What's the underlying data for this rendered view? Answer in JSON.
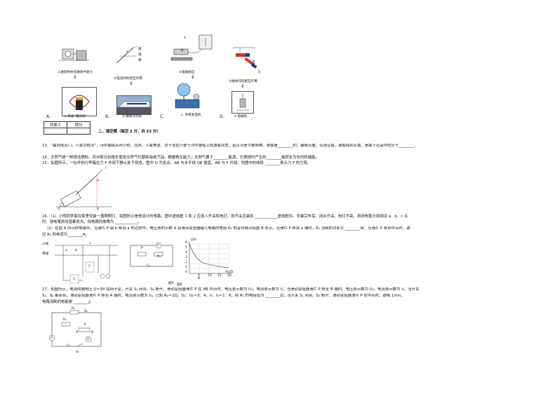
{
  "figures": {
    "fig1_caption": "①通电导体在磁场中受力",
    "fig2_caption": "②电流间的相互作用",
    "fig3_caption": "③电磁感应",
    "fig4_caption": "④磁体间的相互作用",
    "fig4_label_n": "N",
    "fig4_label_s": "S",
    "fig2_label_1": "玻",
    "fig2_label_2": "璃",
    "fig2_label_3": "棒",
    "fig3_label_n": "N",
    "fig3_label_s": "S"
  },
  "options": [
    {
      "letter": "A.",
      "caption": "a 简易“电动机”"
    },
    {
      "letter": "B.",
      "caption": "b 磁悬浮列车"
    },
    {
      "letter": "C.",
      "caption": "c. 手摇发电机"
    },
    {
      "letter": "D.",
      "caption": "d 电磁铁"
    }
  ],
  "score_table": {
    "col1": "评卷人",
    "col2": "得分"
  },
  "section_title": "二、填空题（每空 2 分，共 22 分）",
  "questions": {
    "q13": "13．“暮到陆苏门，人家尽枕河”，诗中描绘苏州小桥、流水、人家美景，对于坐在行驶于河中游船上的游客而言，若以河岸为参照物，游客是________的；春情天暖，鸟语花香，游客闻到花香，是由于花朵中的分子________。",
    "q14": "14．天然气是一种清洁燃料，苏州部分出租车使用天然气代替柴油或汽油，根据再生能力，天然气属于________能源，它燃烧时产生的________能转化为车的机械能。",
    "q15": "15．如图所示，一拉杆的行李箱在力 F 作用下静止处于状态，图中 O 为支点，AB 与水平线 OB 垂直，AB 与 F 共线，则图中的线段 ________表示力 F 的力臂。",
    "q16_1": "16．（1）小明同学家在家里安装一盏照明灯，如图所示是他设计的电路，图中虚线框 1 和 2 应连入开关和电灯，则开关应装在 ____________虚线框中。安装完毕后，闭合开关，电灯不亮，用测电笔分别测试 a、b、c 点",
    "q16_1b": "时，测电笔的氖管都发光，则电路的故障为 ____________。",
    "q16_2": "（2）在图 A 所示的电路中，当滑片 P 由 b 移到 a 的过程中，电压表的示数 U 及滑动变阻器接入电路的电阻 R₂ 的变化情况如图 B 所示，当滑片 P 移到 a 端时，R₁ 消耗的功率为 ________W；当滑片 P 移到中点时，通",
    "q16_2b": "过 R₁ 的电流为________A。",
    "q17": "17．如图所示，电源两端电压 U＝9V 保持不变，开关 S₁ 闭合、S₂ 断开，滑动变阻器滑片 P 在 AB 中点时，电压表示数为 U₁，电流表示数为 I₁；当滑动变阻器滑片 P 移至 B 端时，电压表示数为 U₂，电流表示数为 I₂；当开关",
    "q17b": "S₁、S₂ 都闭合，滑动变阻器滑片 P 移至 A 端时，电流表示数为 I₃，已知 R₂＝1Ω，U₁：U₂＝3：4，I₂：I₃＝1：6，则 R₁ 的电阻值为 ________Ω；当开关 S₁ 闭合、S₂ 断开，滑动变阻器滑片 P 在中点时，通电 1min，",
    "q17c": "电路消耗的电能是 ________J。"
  },
  "circuit16": {
    "live": "火线",
    "neutral": "零线",
    "a": "a",
    "b": "b",
    "c": "c",
    "box1": "1",
    "box2": "2",
    "figA": "图A",
    "figB": "B",
    "figB2": "图B",
    "uv": "U/V",
    "r2": "R₂/Ω",
    "p": "P",
    "v": "V",
    "r1": "R₁",
    "graph_y_ticks": [
      "6",
      "5",
      "4",
      "3",
      "2",
      "1",
      "0"
    ],
    "graph_x_ticks": [
      "5",
      "10",
      "15",
      "20"
    ]
  },
  "circuit17": {
    "r2": "R₂",
    "s2": "S₂",
    "r1": "R₁",
    "p": "P",
    "a": "A",
    "b": "B",
    "ammeter": "A",
    "voltmeter": "V",
    "s1": "S₁"
  },
  "q15_fig": {
    "a": "A",
    "b": "B",
    "f": "F",
    "o": "O"
  }
}
